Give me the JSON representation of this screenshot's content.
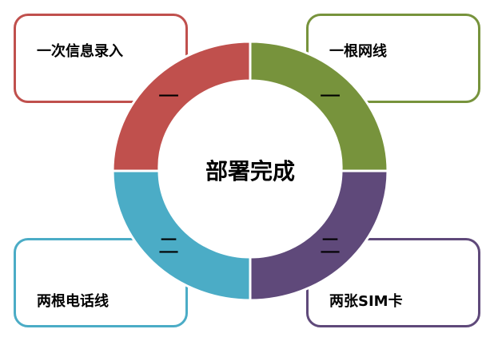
{
  "center": {
    "label": "部署完成"
  },
  "segments": [
    {
      "id": "top-left",
      "color": "#c0504d",
      "step": "一",
      "card_label": "一次信息录入"
    },
    {
      "id": "top-right",
      "color": "#77933c",
      "step": "一",
      "card_label": "一根网线"
    },
    {
      "id": "bottom-left",
      "color": "#4bacc6",
      "step": "二",
      "card_label": "两根电话线"
    },
    {
      "id": "bottom-right",
      "color": "#5f497a",
      "step": "二",
      "card_label": "两张SIM卡"
    }
  ]
}
